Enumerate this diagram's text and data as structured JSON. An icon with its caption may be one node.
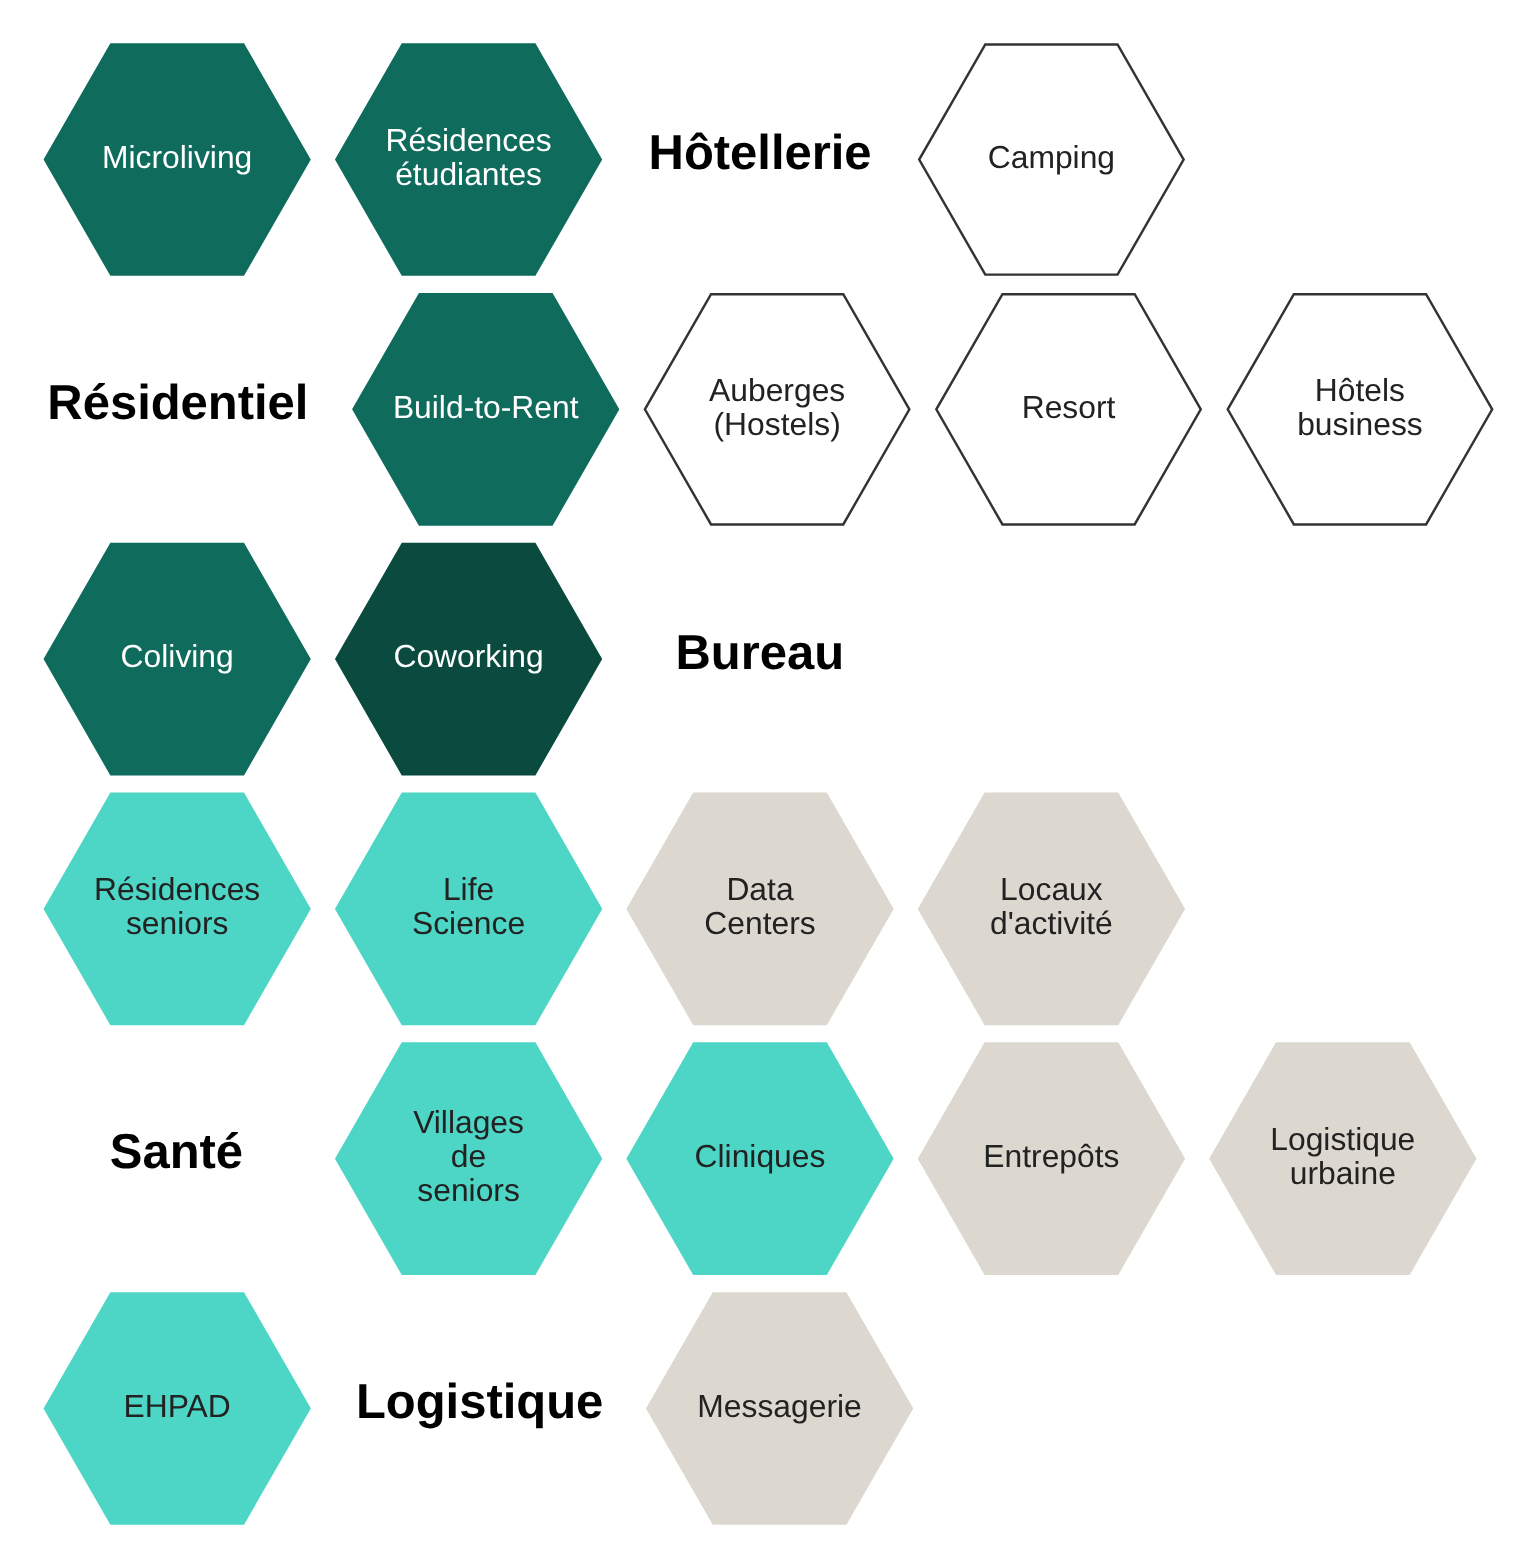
{
  "diagram": {
    "nodes": [
      {
        "text": [
          "Microliving"
        ]
      },
      {
        "text": [
          "Résidences étudiantes"
        ]
      },
      {
        "text": [
          "Camping"
        ]
      },
      {
        "text": [
          "Build-to-Rent"
        ]
      },
      {
        "text": [
          "Auberges (Hostels)"
        ]
      },
      {
        "text": [
          "Resort"
        ]
      },
      {
        "text": [
          "Hôtels business"
        ]
      },
      {
        "text": [
          "Coliving"
        ]
      },
      {
        "text": [
          "Coworking"
        ]
      },
      {
        "text": [
          "Résidences seniors"
        ]
      },
      {
        "text": [
          "Life Science"
        ]
      },
      {
        "text": [
          "Data Centers"
        ]
      },
      {
        "text": [
          "Locaux d'activité"
        ]
      },
      {
        "text": [
          "Villages de seniors"
        ]
      },
      {
        "text": [
          "Cliniques"
        ]
      },
      {
        "text": [
          "Entrepôts"
        ]
      },
      {
        "text": [
          "Logistique urbaine"
        ]
      },
      {
        "text": [
          "EHPAD"
        ]
      },
      {
        "text": [
          "Messagerie"
        ]
      }
    ],
    "edges": [],
    "labels": [
      "Hôtellerie",
      "Résidentiel",
      "Bureau",
      "Santé",
      "Logistique"
    ]
  }
}
